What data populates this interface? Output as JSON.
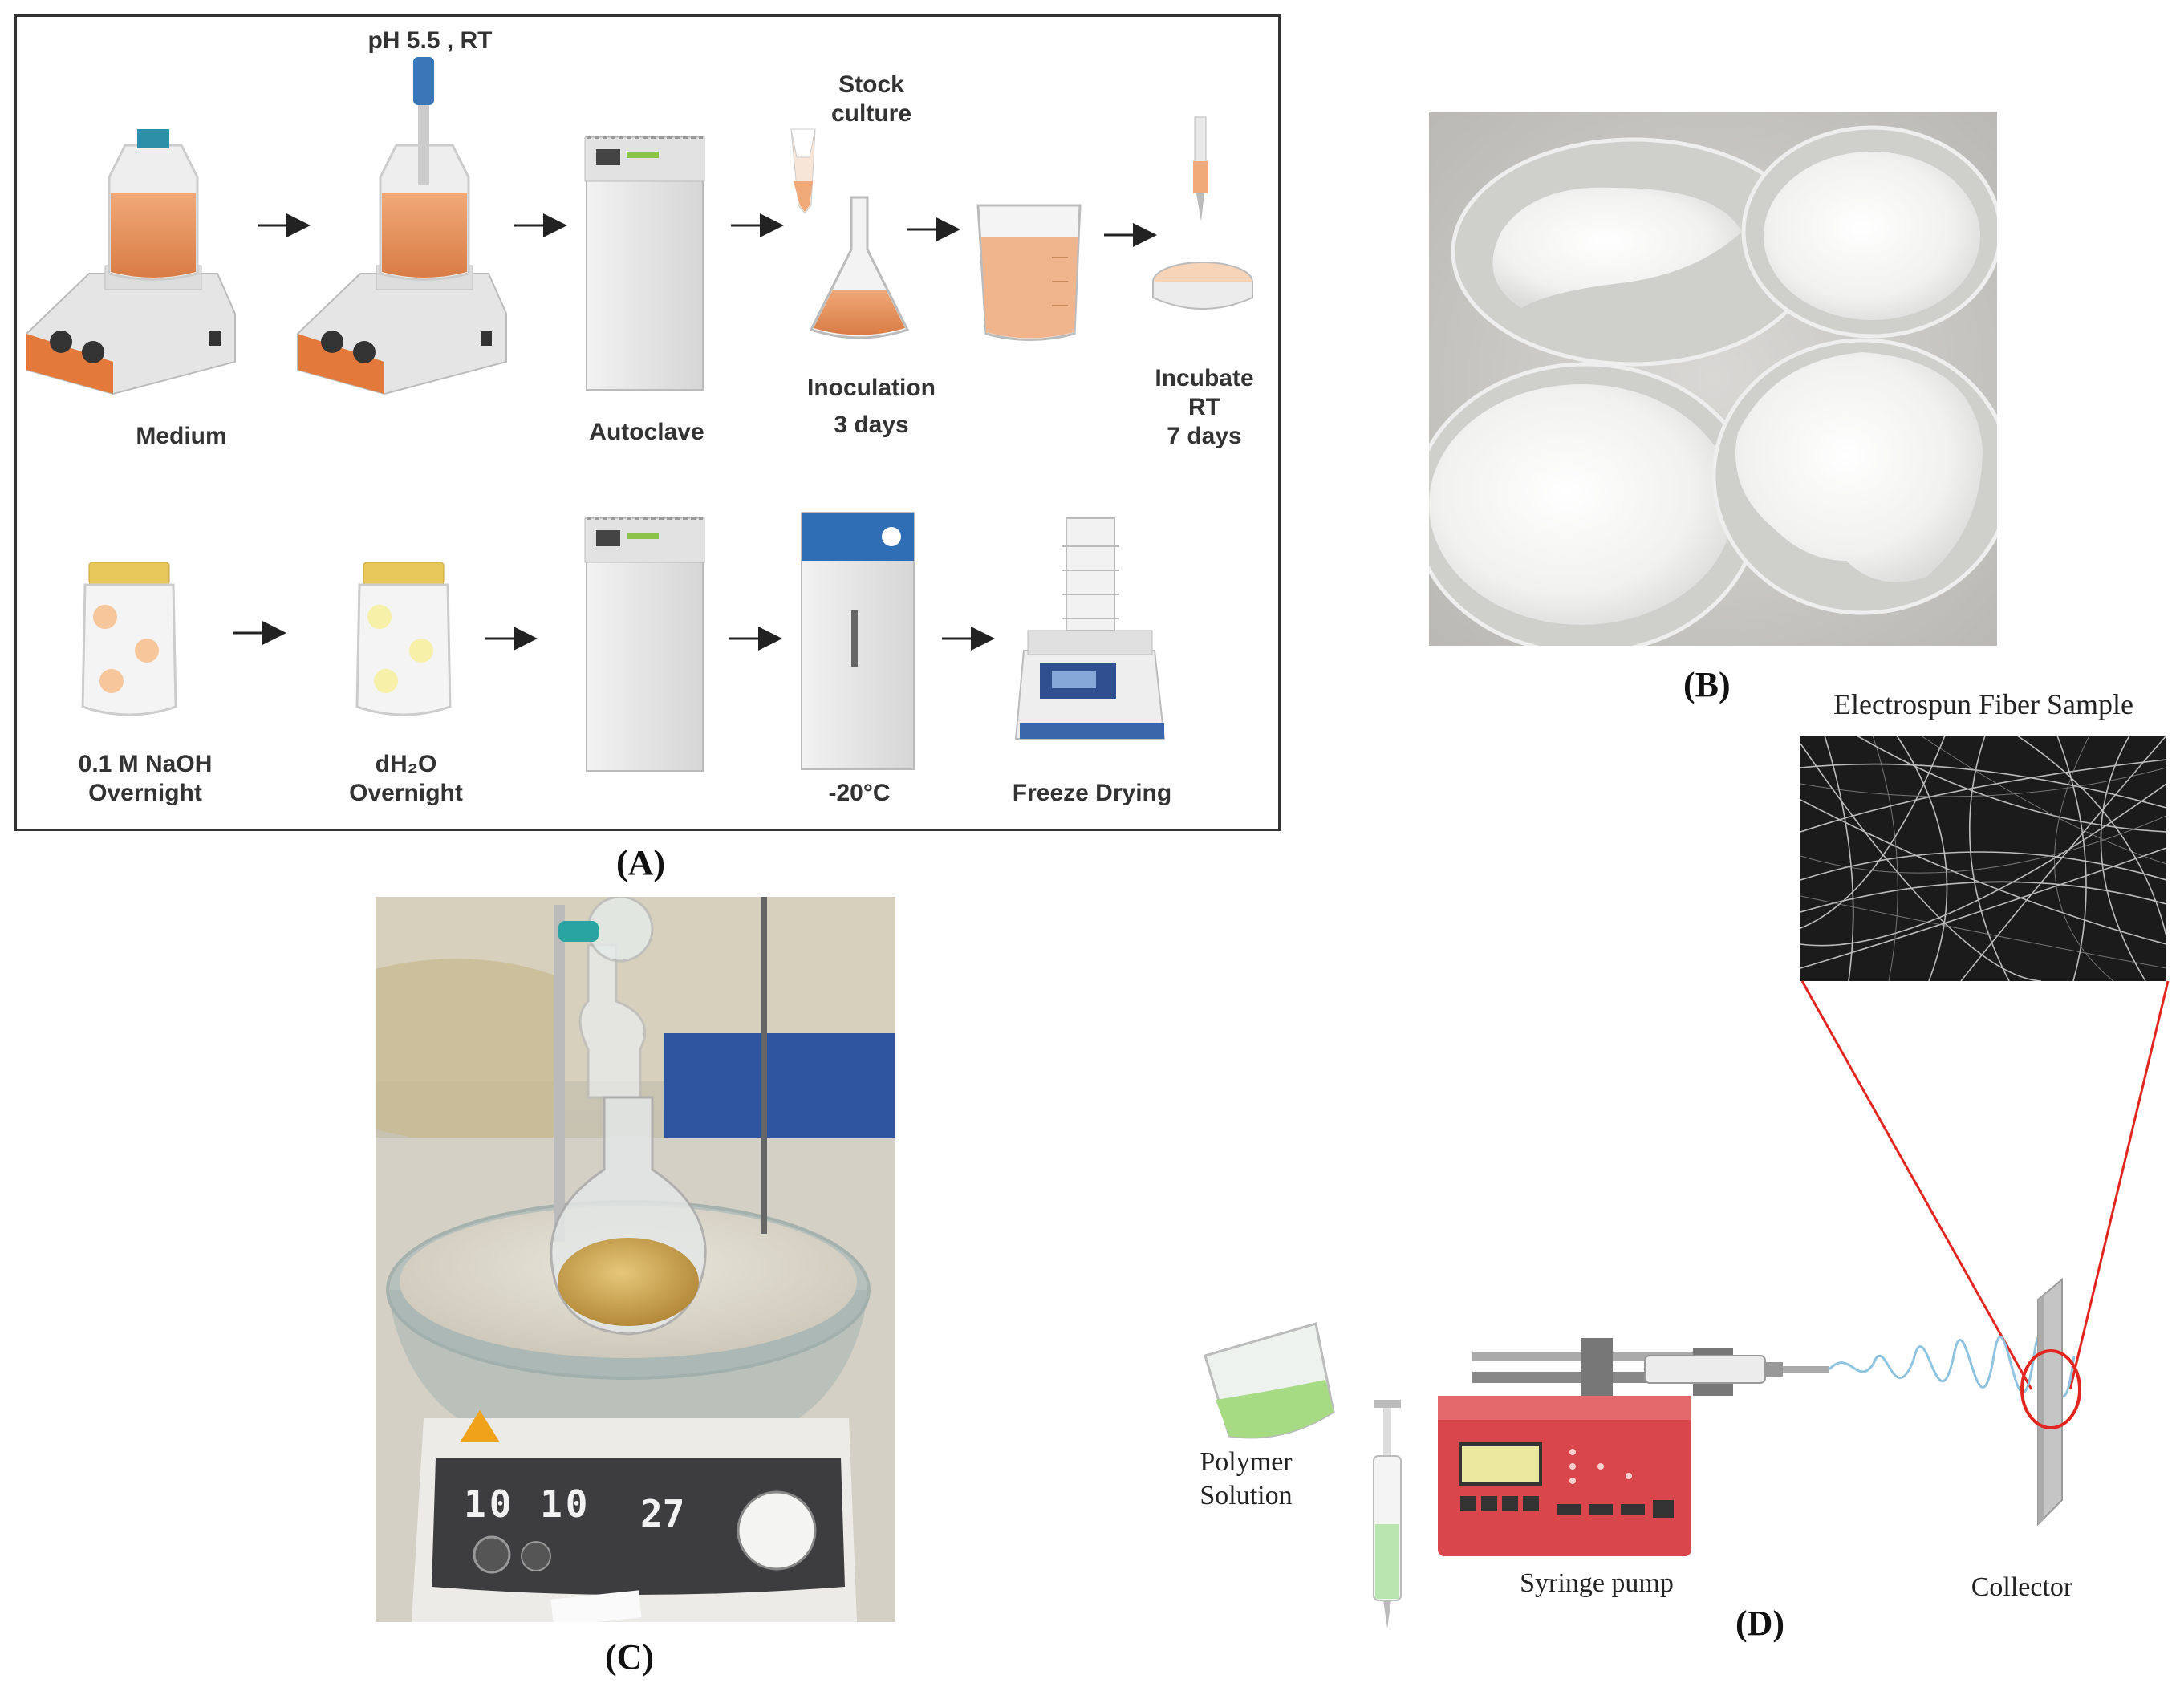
{
  "panel_a": {
    "top_row": {
      "ph_label": "pH 5.5 , RT",
      "medium": "Medium",
      "autoclave": "Autoclave",
      "stock_culture": "Stock\nculture",
      "inoculation": "Inoculation\n3 days",
      "incubate": "Incubate\nRT\n7 days"
    },
    "bottom_row": {
      "naoh": "0.1 M NaOH\nOvernight",
      "dh2o": "dH₂O\nOvernight",
      "minus20": "-20°C",
      "freeze_drying": "Freeze Drying"
    },
    "letter": "(A)"
  },
  "panel_b": {
    "letter": "(B)"
  },
  "panel_c": {
    "letter": "(C)",
    "display_left": "10 10",
    "display_right": "27"
  },
  "panel_d": {
    "letter": "(D)",
    "fiber_title": "Electrospun Fiber Sample",
    "polymer_solution": "Polymer\nSolution",
    "syringe_pump": "Syringe pump",
    "collector": "Collector"
  },
  "colors": {
    "medium_orange": "#e8955e",
    "pump_red": "#d9464b",
    "box_border": "#333333",
    "zoom_line": "#e0261f",
    "jet_blue": "#8fc4e0"
  }
}
